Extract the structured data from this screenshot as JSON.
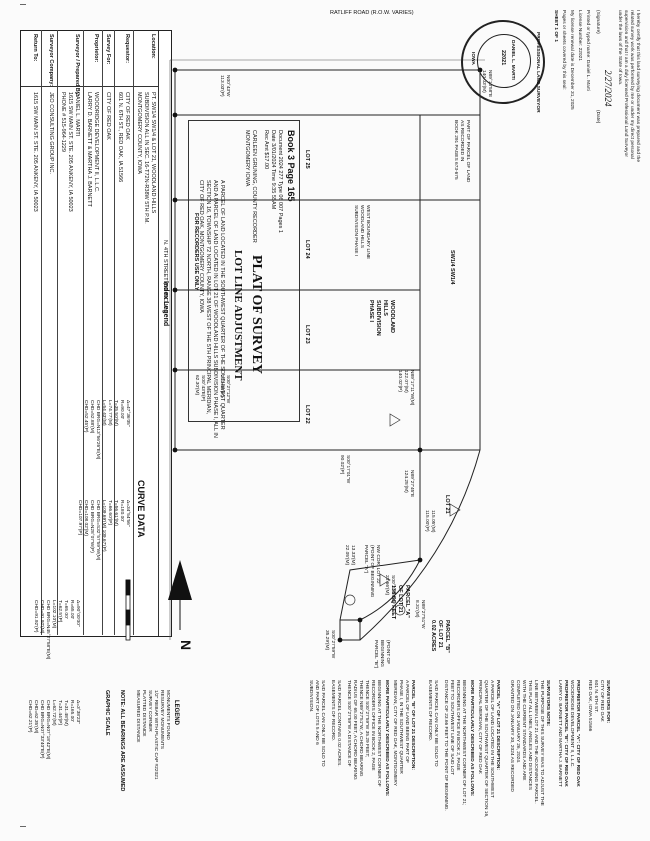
{
  "index_legend": {
    "heading": "Index Legend",
    "rows": [
      {
        "label": "Location:",
        "lines": [
          "PT. SW1/4 SW1/4 & LOT 21, WOODLAND HILLS",
          "SUBDIVISION ALL IN SEC. 16-T72N-R38W 5TH P.M.",
          "MONTGOMERY COUNTY, IOWA"
        ]
      },
      {
        "label": "Requestor:",
        "lines": [
          "CITY OF RED OAK",
          "601 N. 6TH ST., RED OAK, IA 51566"
        ]
      },
      {
        "label": "Survey For:",
        "lines": [
          "CITY OF RED OAK"
        ]
      },
      {
        "label": "Proprietor:",
        "lines": [
          "WOODRIDGE DEVELOPMENT II, L.L.C.",
          "LARRY D. BARNETT & MARTHA J. BARNETT"
        ]
      },
      {
        "label": "Surveyor / Prepared By:",
        "lines": [
          "DANIEL L. MARTI",
          "1615 SW MAIN ST. STE. 205 ANKENY, IA 50023",
          "PHONE # 515-964-1229"
        ]
      },
      {
        "label": "Surveyor Company:",
        "lines": [
          "JEO CONSULTING GROUP INC."
        ]
      },
      {
        "label": "Return To:",
        "lines": [
          "1615 SW MAIN ST. STE. 205 ANKENY, IA 50023"
        ]
      }
    ]
  },
  "recorder": {
    "heading": "FOR RECORDERS USE ONLY",
    "stamp": [
      "Book 3 Page 165",
      "Document 2024 277 Type 06 007 Pages 1",
      "Date 3/01/2024 Time 9:35 55AM",
      "Rec Amt $17.00",
      "CARLEEN GRUNING, COUNTY RECORDER",
      "MONTGOMERY IOWA"
    ]
  },
  "title": {
    "main": "PLAT OF SURVEY",
    "sub": "LOT LINE ADJUSTMENT",
    "description": [
      "A PARCEL OF LAND LOCATED IN THE SOUTHWEST QUARTER OF THE SOUTHWEST QUARTER",
      "AND A PARCEL OF LAND LOCATED IN LOT 21 OF WOODLAND HILLS SUBDIVISION PHASE I, ALL IN",
      "SECTION 16, TOWNSHIP 72 NORTH, RANGE 38 WEST OF THE 5TH PRINCIPAL MERIDIAN,",
      "CITY OF RED OAK, MONTGOMERY COUNTY, IOWA"
    ]
  },
  "certification": {
    "text": [
      "I hereby certify that this land surveying document was prepared and the",
      "related survey work was performed by me or under my direct personal",
      "supervision and that I am a duly licensed Professional Land Surveyor",
      "under the laws of the State of Iowa."
    ],
    "signature_date": "2/27/2024",
    "signature_line": "(Signature)",
    "date_label": "(Date)",
    "printed_name": "Printed or typed name: Daniel L. Marti",
    "license": "License Number: 22021",
    "renewal": "My license renewal date is December 31, 2025",
    "pages": "Pages or sheets covered by this seal:",
    "sheet": "SHEET 1 OF 1"
  },
  "seal": {
    "ring": "PROFESSIONAL LAND SURVEYOR",
    "name": "DANIEL L. MARTI",
    "number": "22021",
    "state": "IOWA"
  },
  "surveyors_for": {
    "heading": "SURVEYORS FOR:",
    "lines": [
      "CITY OF RED OAK",
      "601 N. 6TH ST.",
      "RED OAK, IOWA 51566"
    ]
  },
  "proprietors": [
    "PROPRIETOR PARCEL \"A\": CITY OF RED OAK",
    "WOODRIDGE DEVELOPMENT II, L.L.C.",
    "PROPRIETOR PARCEL \"B\": CITY OF RED OAK",
    "LARRY D. BARNETT AND MARTHA J. BARNETT"
  ],
  "notes": {
    "heading": "SURVEYORS NOTE:",
    "lines": [
      "THE PURPOSE OF THIS SURVEY WAS TO ADJUST THE",
      "LINE BETWEEN LOT 21 AND THE ADJOINING PARCEL.",
      "THIS PLAT ALL LINES, ANGLES AND DISTANCES",
      "WITH THE CURRENT STANDARDS AND ARE",
      "COMPLETED ON JANUARY 26, 2024.",
      "GRANTED ON JANUARY 30, 2024 AS RECORDED"
    ]
  },
  "parcel_desc": {
    "a_heading": "PARCEL \"A\" OF LOT 21 DESCRIPTION:",
    "a_lines": [
      "A PARCEL OF LAND LOCATED IN THE SOUTHWEST",
      "QUARTER OF THE SOUTHWEST QUARTER OF SECTION 16,",
      "PRINCIPAL MERIDIAN, CITY OF RED OAK",
      "MORE PARTICULARLY DESCRIBED AS FOLLOWS:",
      "BEGINNING AT THE NORTHWEST CORNER OF LOT 21;",
      "RECORDERS OFFICE IN BOOK 2, PAGE",
      "FEET TO SOUTHWEST LINE OF SAID LOT",
      "DISTANCE OF 23.66 FEET TO THE POINT OF BEGINNING.",
      "SAID PARCEL CAN ONLY BE SOLD TO",
      "EASEMENTS OF RECORD."
    ],
    "b_heading": "PARCEL \"B\" OF LOT 21 DESCRIPTION:",
    "b_lines": [
      "A PARCEL OF LAND BEING PART OF",
      "PHASE I, IN THE SOUTHWEST QUARTER",
      "MERIDIAN, CITY OF RED OAK, MONTGOMERY",
      "MORE PARTICULARLY DESCRIBED AS FOLLOWS:",
      "BEGINNING AT THE NORTHWEST CORNER OF",
      "RECORDERS OFFICE IN BOOK 2, PAGE",
      "THENCE S00°27'59\"W 35.29 FEET;",
      "THENCE N89°27'51\"W, A CHORD BEARING",
      "RADIUS OF 65.00 FEET, A CHORD BEARING",
      "THENCE S00°27'59\"W A DISTANCE OF",
      "SAID PARCEL CONTAINS 0.02 ACRES.",
      "EASEMENTS OF RECORD.",
      "SAID PARCEL CAN ONLY BE SOLD TO",
      "AND PART OF LOTS 5 AND 6",
      "SUBDIVISION."
    ]
  },
  "legend": {
    "heading": "LEGEND",
    "items": [
      "MONUMENTS FOUND",
      "RESURVEY MONUMENTS",
      "1/2\" REBAR WITH PLASTIC CAP #22021",
      "SURVEY CORNER",
      "PLATTED DISTANCE",
      "MEASURED DISTANCE"
    ],
    "bearings_note": "NOTE: ALL BEARINGS ARE ASSUMED",
    "scale": "GRAPHIC SCALE",
    "north": "N"
  },
  "plat": {
    "street_bottom": "N. 4TH STREET (80' R.O.W.)",
    "street_left": "RATLIFF ROAD (R.O.W. VARIES)",
    "parcel_a": [
      "PARCEL \"A\"",
      "OF LOT 21",
      "138 SQ FEET"
    ],
    "parcel_b": [
      "PARCEL \"B\"",
      "OF LOT 21",
      "0.02 ACRES"
    ],
    "lot_labels": [
      "LOT 21",
      "LOT 22",
      "LOT 23",
      "LOT 24",
      "LOT 25"
    ],
    "subdivision": [
      "WOODLAND",
      "HILLS",
      "SUBDIVISION",
      "PHASE I"
    ],
    "west_line": [
      "WEST BOUNDARY LINE",
      "WOODLAND HILLS",
      "SUBDIVISION PHASE I"
    ],
    "sw_quarter": [
      "PART OF PARCEL OF LAND",
      "AS RECORDED IN",
      "BOOK 291 PAGES 673-675"
    ],
    "sw_label": "SW1/4 SW1/4",
    "pob_b": [
      "(POINT OF",
      "BEGINNING",
      "PARCEL \"B\")"
    ],
    "pob_a": [
      "NW COR. LOT 22",
      "(POINT OF BEGINNING",
      "PARCEL \"A\")"
    ],
    "dims": [
      "S00°27'59\"W",
      "35.29'(M)",
      "N89°27'51\"W",
      "8.31'(M)",
      "S00°27'59\"W",
      "23.66'(M)",
      "115.05'(M)",
      "115.00'(P)",
      "N89°27'45\"E",
      "124.25'(M)",
      "S00°17'01\"W",
      "90.02'(P)",
      "S00°27'12\"W",
      "202.88'(P)",
      "N00°43'W",
      "113.03'(P)",
      "S00°43'E(P)",
      "62.30'(M)",
      "N89°13'58\"E",
      "140.03'(M)",
      "N89°17'11\"W(M)",
      "122.07'(M)",
      "140.02'(P)",
      "13.33'(M)",
      "22.05'(M)"
    ]
  },
  "curve_data": {
    "heading": "CURVE DATA",
    "curves": [
      [
        "Δ=47°36'05\"",
        "R=90.00'",
        "T=35.50'(M)",
        "L=74.77'(M)",
        "L=54.43'(M)",
        "CHD BRG=N13°56'26\"E(M)",
        "CHD=52.88'(M)",
        "CHD=52.45'(P)"
      ],
      [
        "Δ=34°54'56\"",
        "R=180.00'",
        "T=56.61'(M)",
        "T=66.60'(P)",
        "L=109.69'(M) 109.67'(P)",
        "CHD BRG=S32°57'59\"W(M)",
        "CHD BRG=N28°07'W(P)",
        "CHD=108.02'(M)",
        "CHD=107.97'(P)"
      ],
      [
        "Δ=90°00'00\"",
        "R=65.00'",
        "T=65.00'",
        "T=62.5'(P)",
        "L=102.10'(M)",
        "CHD BRG=N45°27'58\"E(M)",
        "CHD=91.92'(M)",
        "CHD=91.92'(P)"
      ],
      [
        "Δ=3°38'23\"",
        "R=165.00'",
        "T=31.48'(M)",
        "T=31.44'(P)",
        "L=62.72'(M)",
        "CHD BRG=N07°18'42\"E(M)",
        "CHD BRG=N07°33'40\"E(P)",
        "CHD=62.35'(M)",
        "CHD=62.21'(P)"
      ]
    ]
  }
}
